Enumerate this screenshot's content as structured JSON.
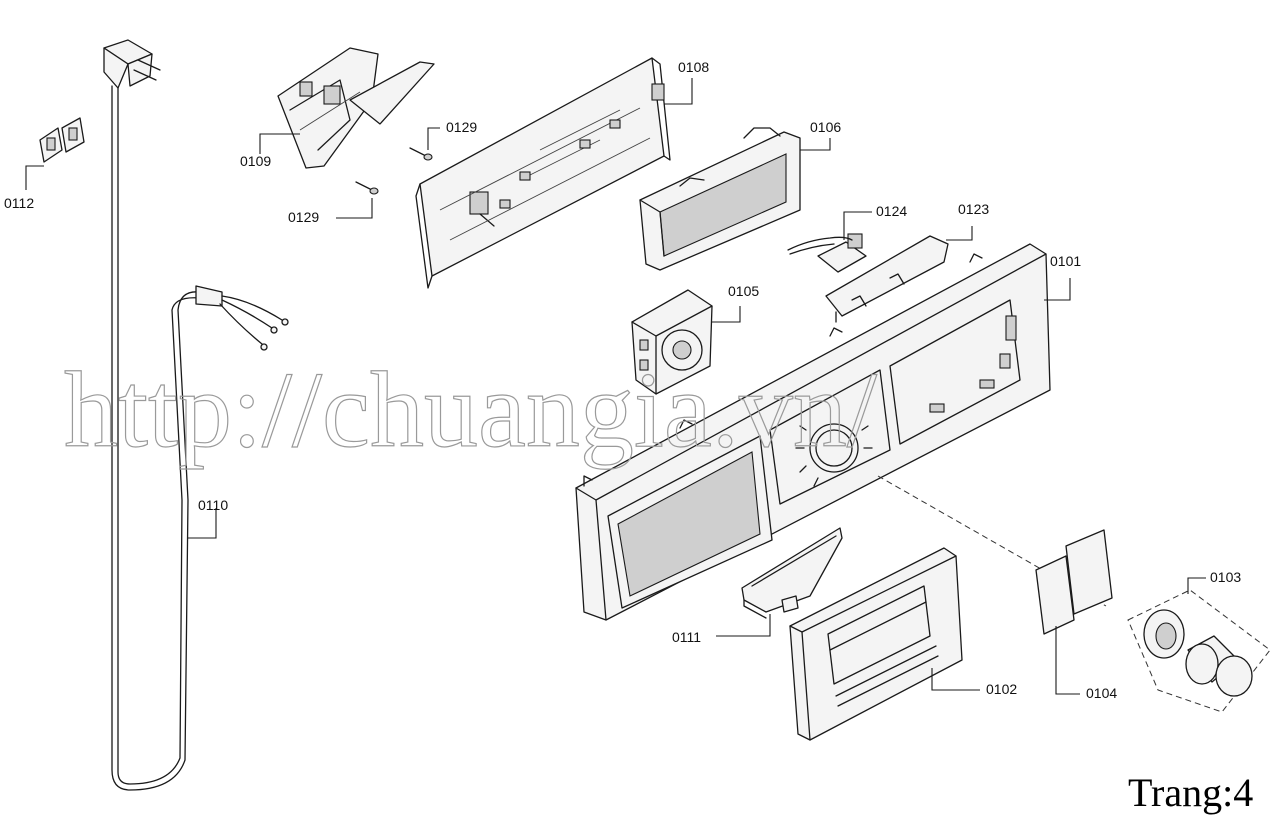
{
  "labels": {
    "p0101": "0101",
    "p0102": "0102",
    "p0103": "0103",
    "p0104": "0104",
    "p0105": "0105",
    "p0106": "0106",
    "p0108": "0108",
    "p0109": "0109",
    "p0110": "0110",
    "p0111": "0111",
    "p0112": "0112",
    "p0123": "0123",
    "p0124": "0124",
    "p0129a": "0129",
    "p0129b": "0129"
  },
  "watermark": "http://chuangia.vn/",
  "page_label": "Trang:4"
}
